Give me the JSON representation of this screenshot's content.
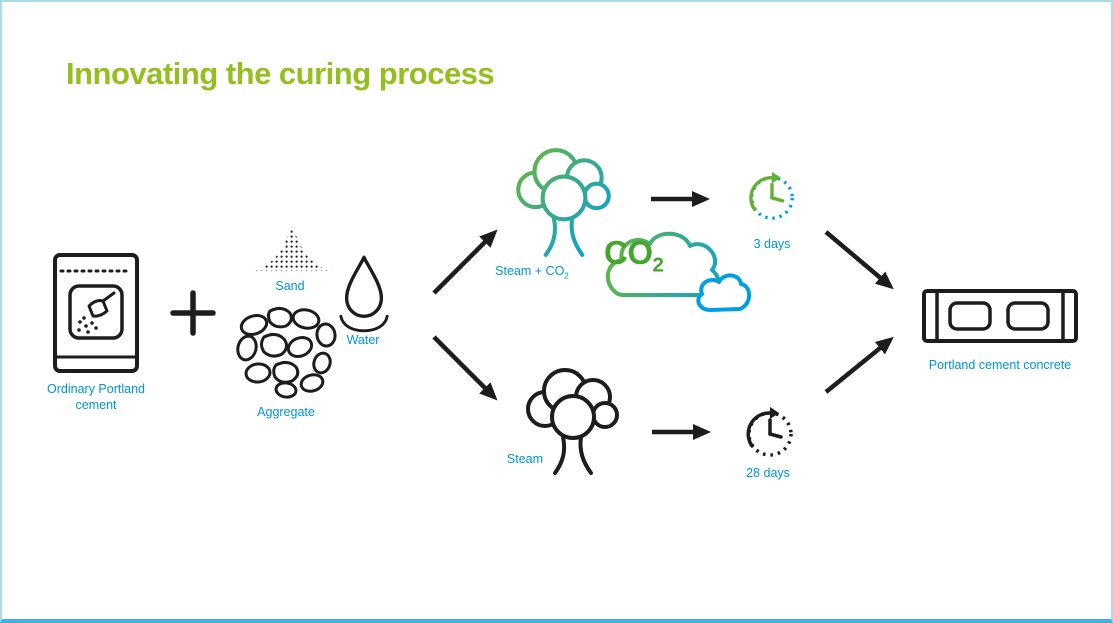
{
  "title": "Innovating the curing process",
  "colors": {
    "title_green": "#93c01f",
    "label_cyan": "#0095d4",
    "accent_green": "#63b22f",
    "accent_blue": "#009fe3",
    "icon_black": "#1d1d1b",
    "frame_border": "#aadaec"
  },
  "inputs": {
    "cement": {
      "label": "Ordinary Portland cement"
    },
    "plus": "+",
    "sand": {
      "label": "Sand"
    },
    "water": {
      "label": "Water"
    },
    "aggregate": {
      "label": "Aggregate"
    }
  },
  "top_path": {
    "steam_co2": {
      "label_main": "Steam + CO",
      "label_sub": "2"
    },
    "co2_cloud": {
      "text_main": "CO",
      "text_sub": "2"
    },
    "duration": {
      "label": "3 days"
    }
  },
  "bottom_path": {
    "steam": {
      "label": "Steam"
    },
    "duration": {
      "label": "28 days"
    }
  },
  "output": {
    "label": "Portland cement concrete"
  }
}
